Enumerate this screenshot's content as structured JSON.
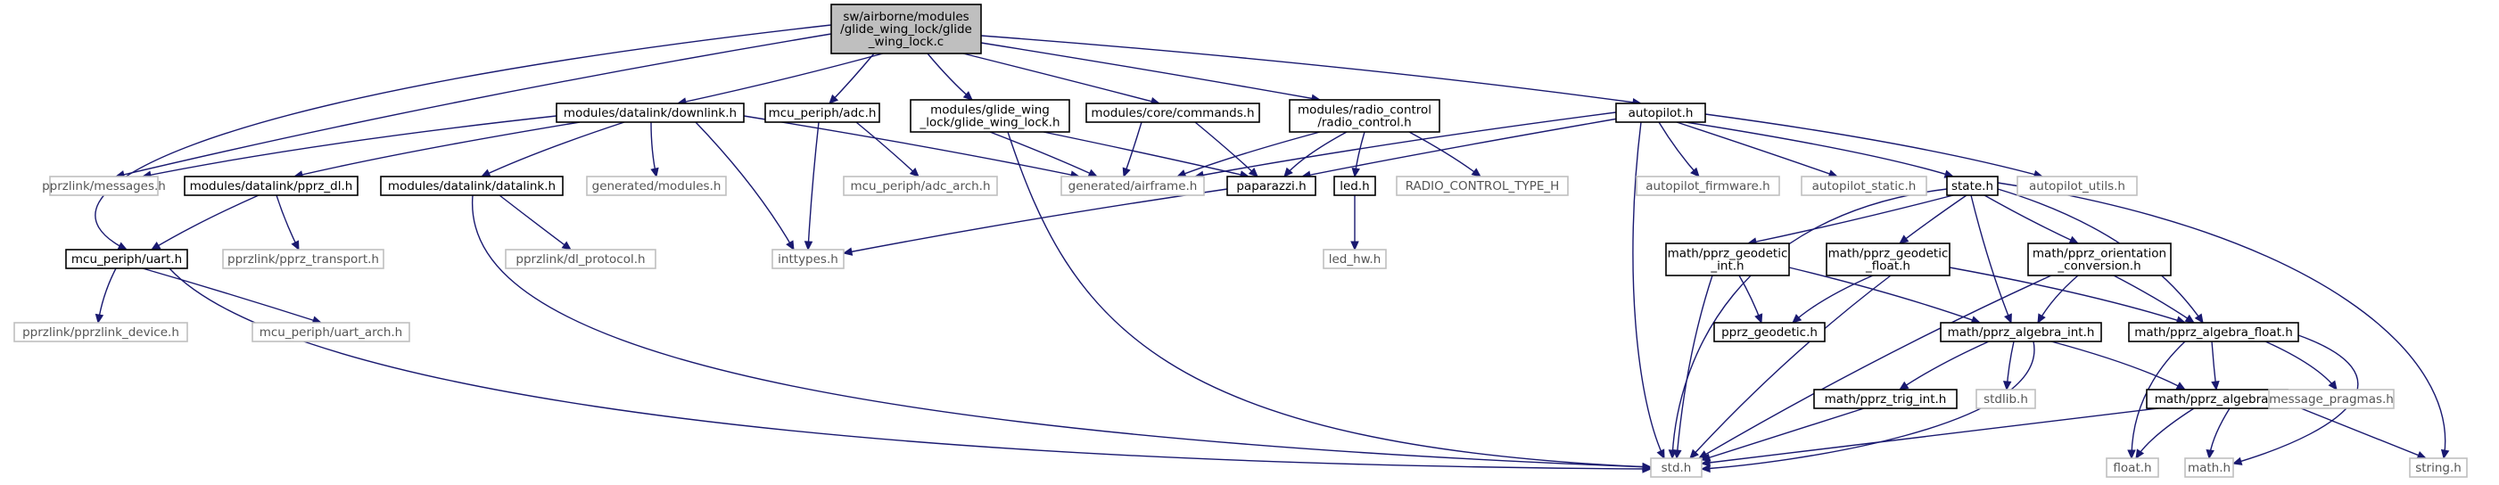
{
  "diagram": {
    "nodes": [
      {
        "id": "root",
        "lines": [
          "sw/airborne/modules",
          "/glide_wing_lock/glide",
          "_wing_lock.c"
        ],
        "kind": "root"
      },
      {
        "id": "pprzlink_messages",
        "lines": [
          "pprzlink/messages.h"
        ],
        "kind": "external"
      },
      {
        "id": "downlink",
        "lines": [
          "modules/datalink/downlink.h"
        ],
        "kind": "local"
      },
      {
        "id": "adc",
        "lines": [
          "mcu_periph/adc.h"
        ],
        "kind": "local"
      },
      {
        "id": "gwl_h",
        "lines": [
          "modules/glide_wing",
          "_lock/glide_wing_lock.h"
        ],
        "kind": "local"
      },
      {
        "id": "commands",
        "lines": [
          "modules/core/commands.h"
        ],
        "kind": "local"
      },
      {
        "id": "radio_control",
        "lines": [
          "modules/radio_control",
          "/radio_control.h"
        ],
        "kind": "local"
      },
      {
        "id": "autopilot",
        "lines": [
          "autopilot.h"
        ],
        "kind": "local"
      },
      {
        "id": "uart",
        "lines": [
          "mcu_periph/uart.h"
        ],
        "kind": "local"
      },
      {
        "id": "pprz_dl",
        "lines": [
          "modules/datalink/pprz_dl.h"
        ],
        "kind": "local"
      },
      {
        "id": "datalink",
        "lines": [
          "modules/datalink/datalink.h"
        ],
        "kind": "local"
      },
      {
        "id": "gen_modules",
        "lines": [
          "generated/modules.h"
        ],
        "kind": "external"
      },
      {
        "id": "adc_arch",
        "lines": [
          "mcu_periph/adc_arch.h"
        ],
        "kind": "external"
      },
      {
        "id": "airframe",
        "lines": [
          "generated/airframe.h"
        ],
        "kind": "external"
      },
      {
        "id": "paparazzi",
        "lines": [
          "paparazzi.h"
        ],
        "kind": "local"
      },
      {
        "id": "led",
        "lines": [
          "led.h"
        ],
        "kind": "local"
      },
      {
        "id": "rc_type",
        "lines": [
          "RADIO_CONTROL_TYPE_H"
        ],
        "kind": "external"
      },
      {
        "id": "ap_firmware",
        "lines": [
          "autopilot_firmware.h"
        ],
        "kind": "external"
      },
      {
        "id": "ap_static",
        "lines": [
          "autopilot_static.h"
        ],
        "kind": "external"
      },
      {
        "id": "state",
        "lines": [
          "state.h"
        ],
        "kind": "local"
      },
      {
        "id": "ap_utils",
        "lines": [
          "autopilot_utils.h"
        ],
        "kind": "external"
      },
      {
        "id": "pprz_transport",
        "lines": [
          "pprzlink/pprz_transport.h"
        ],
        "kind": "external"
      },
      {
        "id": "dl_protocol",
        "lines": [
          "pprzlink/dl_protocol.h"
        ],
        "kind": "external"
      },
      {
        "id": "inttypes",
        "lines": [
          "inttypes.h"
        ],
        "kind": "external"
      },
      {
        "id": "led_hw",
        "lines": [
          "led_hw.h"
        ],
        "kind": "external"
      },
      {
        "id": "pprzlink_device",
        "lines": [
          "pprzlink/pprzlink_device.h"
        ],
        "kind": "external"
      },
      {
        "id": "uart_arch",
        "lines": [
          "mcu_periph/uart_arch.h"
        ],
        "kind": "external"
      },
      {
        "id": "geo_int",
        "lines": [
          "math/pprz_geodetic",
          "_int.h"
        ],
        "kind": "local"
      },
      {
        "id": "geo_float",
        "lines": [
          "math/pprz_geodetic",
          "_float.h"
        ],
        "kind": "local"
      },
      {
        "id": "orient",
        "lines": [
          "math/pprz_orientation",
          "_conversion.h"
        ],
        "kind": "local"
      },
      {
        "id": "pprz_geodetic",
        "lines": [
          "pprz_geodetic.h"
        ],
        "kind": "local"
      },
      {
        "id": "alg_int",
        "lines": [
          "math/pprz_algebra_int.h"
        ],
        "kind": "local"
      },
      {
        "id": "alg_float",
        "lines": [
          "math/pprz_algebra_float.h"
        ],
        "kind": "local"
      },
      {
        "id": "trig_int",
        "lines": [
          "math/pprz_trig_int.h"
        ],
        "kind": "local"
      },
      {
        "id": "stdlib",
        "lines": [
          "stdlib.h"
        ],
        "kind": "external"
      },
      {
        "id": "algebra",
        "lines": [
          "math/pprz_algebra.h"
        ],
        "kind": "local"
      },
      {
        "id": "msg_pragmas",
        "lines": [
          "message_pragmas.h"
        ],
        "kind": "external"
      },
      {
        "id": "std",
        "lines": [
          "std.h"
        ],
        "kind": "external"
      },
      {
        "id": "float_h",
        "lines": [
          "float.h"
        ],
        "kind": "external"
      },
      {
        "id": "math_h",
        "lines": [
          "math.h"
        ],
        "kind": "external"
      },
      {
        "id": "string_h",
        "lines": [
          "string.h"
        ],
        "kind": "external"
      }
    ],
    "colors": {
      "edge": "#191970",
      "external_border": "#bfbfbf",
      "root_fill": "#bfbfbf",
      "local_border": "#000000"
    }
  }
}
